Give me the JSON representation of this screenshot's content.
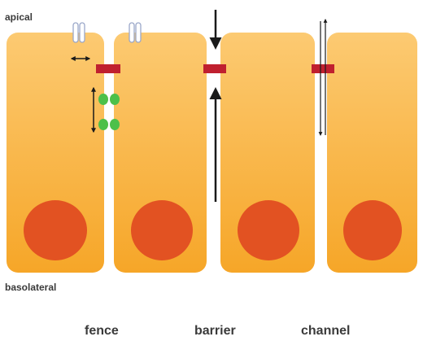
{
  "labels": {
    "apical": "apical",
    "basolateral": "basolateral",
    "fence": "fence",
    "barrier": "barrier",
    "channel": "channel"
  },
  "colors": {
    "cell_top": "#fcca72",
    "cell_bottom": "#f6a628",
    "nucleus": "#e25222",
    "junction": "#c0202f",
    "protein": "#4cc04a",
    "arrow": "#1a1a1a"
  },
  "icons": [
    "membrane-protein-icon",
    "tight-junction-icon",
    "lateral-diffusion-arrow-icon",
    "solute-arrow-icon"
  ]
}
